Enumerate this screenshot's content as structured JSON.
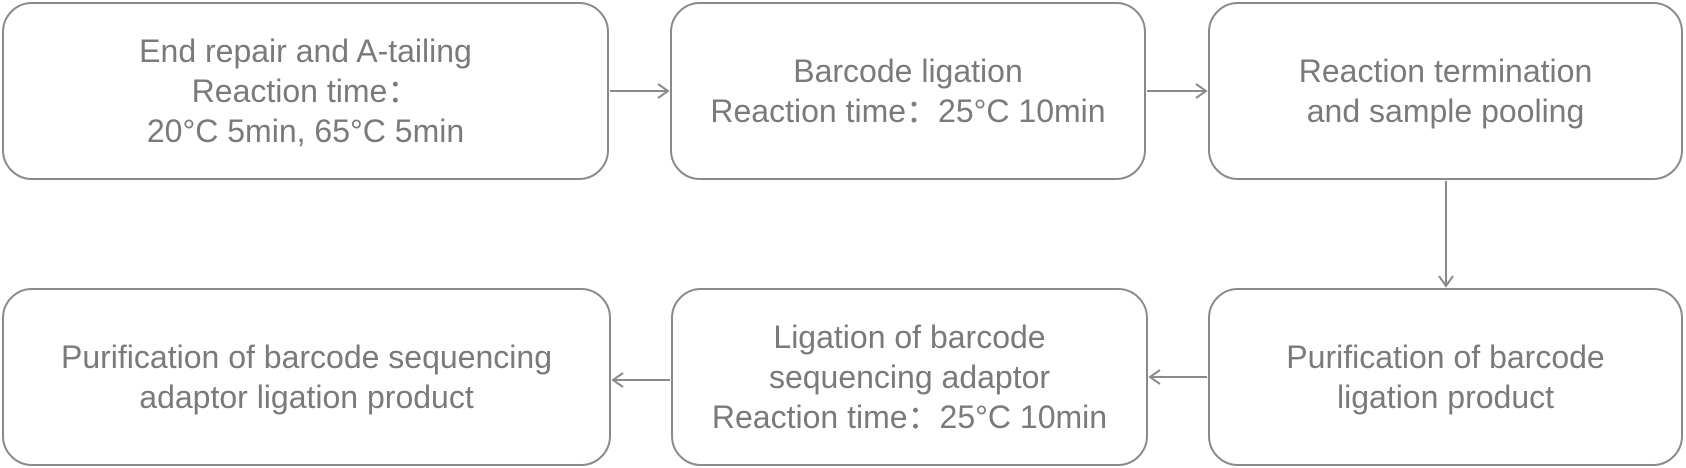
{
  "steps": [
    {
      "id": "end-repair",
      "lines": [
        "End repair and A-tailing",
        "Reaction time：",
        "20°C 5min, 65°C 5min"
      ]
    },
    {
      "id": "barcode-ligation",
      "lines": [
        "Barcode ligation",
        "Reaction time：25°C 10min"
      ]
    },
    {
      "id": "reaction-termination",
      "lines": [
        "Reaction termination",
        "and sample pooling"
      ]
    },
    {
      "id": "purification-barcode-ligation",
      "lines": [
        "Purification of barcode",
        "ligation product"
      ]
    },
    {
      "id": "ligation-sequencing-adaptor",
      "lines": [
        "Ligation of barcode",
        "sequencing adaptor",
        "Reaction time：25°C 10min"
      ]
    },
    {
      "id": "purification-adaptor-ligation",
      "lines": [
        "Purification of barcode sequencing",
        "adaptor ligation product"
      ]
    }
  ],
  "colors": {
    "stroke": "#8a8a8a",
    "text": "#7a7a7a"
  }
}
